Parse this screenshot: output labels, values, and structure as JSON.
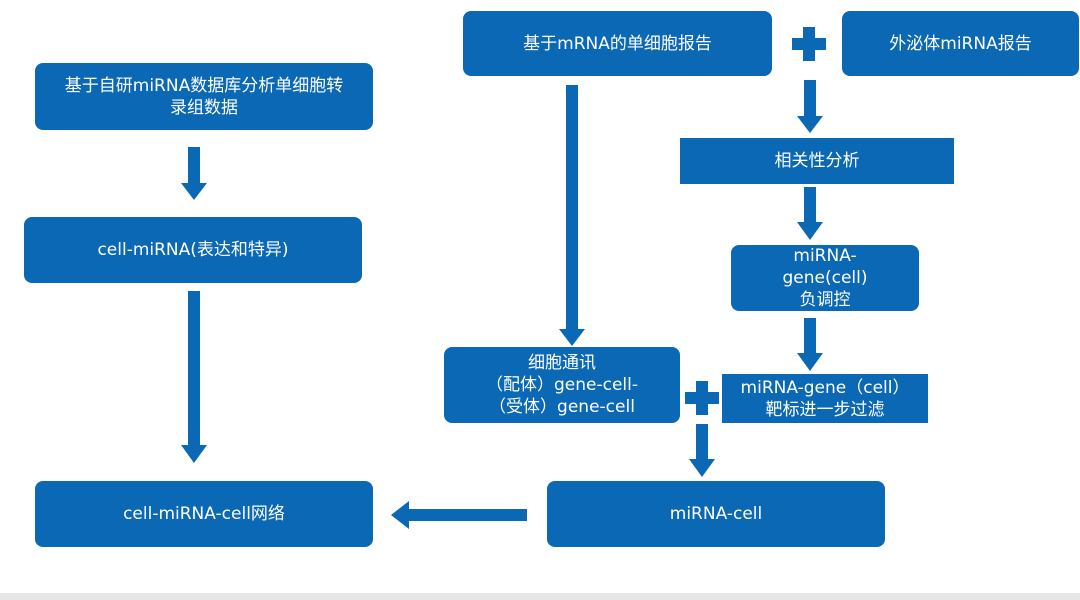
{
  "nodes": {
    "selfdev": "基于自研miRNA数据库分析单细胞转\n录组数据",
    "cell_mirna": "cell-miRNA(表达和特异)",
    "network": "cell-miRNA-cell网络",
    "mrna_report": "基于mRNA的单细胞报告",
    "exosome_report": "外泌体miRNA报告",
    "correlation": "相关性分析",
    "negative_reg": "miRNA-\ngene(cell)\n负调控",
    "communication": "细胞通讯\n（配体）gene-cell-\n（受体）gene-cell",
    "target_filter": "miRNA-gene（cell）\n靶标进一步过滤",
    "mirna_cell": "miRNA-cell"
  },
  "colors": {
    "box": "#0a68b5",
    "arrow": "#0a68b5",
    "text": "#ffffff"
  }
}
